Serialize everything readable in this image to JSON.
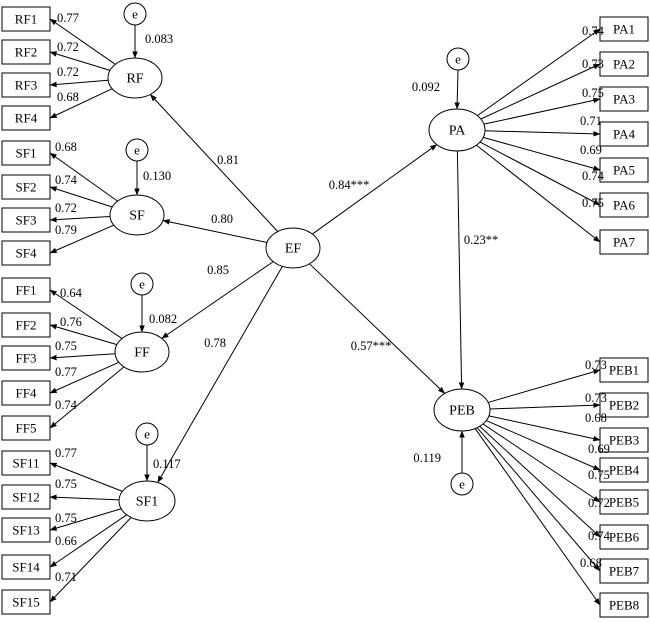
{
  "latent": {
    "EF": "EF",
    "RF": "RF",
    "SF": "SF",
    "FF": "FF",
    "SF1": "SF1",
    "PA": "PA",
    "PEB": "PEB"
  },
  "error_label": "e",
  "paths": {
    "EF_RF": "0.81",
    "EF_SF": "0.80",
    "EF_FF": "0.85",
    "EF_SF1": "0.78",
    "EF_PA": "0.84***",
    "EF_PEB": "0.57***",
    "PA_PEB": "0.23**"
  },
  "error_weights": {
    "RF": "0.083",
    "SF": "0.130",
    "FF": "0.082",
    "SF1": "0.117",
    "PA": "0.092",
    "PEB": "0.119"
  },
  "indicators": {
    "RF": [
      {
        "label": "RF1",
        "loading": "0.77"
      },
      {
        "label": "RF2",
        "loading": "0.72"
      },
      {
        "label": "RF3",
        "loading": "0.72"
      },
      {
        "label": "RF4",
        "loading": "0.68"
      }
    ],
    "SF": [
      {
        "label": "SF1",
        "loading": "0.68"
      },
      {
        "label": "SF2",
        "loading": "0.74"
      },
      {
        "label": "SF3",
        "loading": "0.72"
      },
      {
        "label": "SF4",
        "loading": "0.79"
      }
    ],
    "FF": [
      {
        "label": "FF1",
        "loading": "0.64"
      },
      {
        "label": "FF2",
        "loading": "0.76"
      },
      {
        "label": "FF3",
        "loading": "0.75"
      },
      {
        "label": "FF4",
        "loading": "0.77"
      },
      {
        "label": "FF5",
        "loading": "0.74"
      }
    ],
    "SF1": [
      {
        "label": "SF11",
        "loading": "0.77"
      },
      {
        "label": "SF12",
        "loading": "0.75"
      },
      {
        "label": "SF13",
        "loading": "0.75"
      },
      {
        "label": "SF14",
        "loading": "0.66"
      },
      {
        "label": "SF15",
        "loading": "0.71"
      }
    ],
    "PA": [
      {
        "label": "PA1",
        "loading": "0.74"
      },
      {
        "label": "PA2",
        "loading": "0.73"
      },
      {
        "label": "PA3",
        "loading": "0.75"
      },
      {
        "label": "PA4",
        "loading": "0.71"
      },
      {
        "label": "PA5",
        "loading": "0.69"
      },
      {
        "label": "PA6",
        "loading": "0.74"
      },
      {
        "label": "PA7",
        "loading": "0.75"
      }
    ],
    "PEB": [
      {
        "label": "PEB1",
        "loading": "0.73"
      },
      {
        "label": "PEB2",
        "loading": "0.73"
      },
      {
        "label": "PEB3",
        "loading": "0.68"
      },
      {
        "label": "PEB4",
        "loading": "0.69"
      },
      {
        "label": "PEB5",
        "loading": "0.75"
      },
      {
        "label": "PEB6",
        "loading": "0.72"
      },
      {
        "label": "PEB7",
        "loading": "0.74"
      },
      {
        "label": "PEB8",
        "loading": "0.68"
      }
    ]
  }
}
